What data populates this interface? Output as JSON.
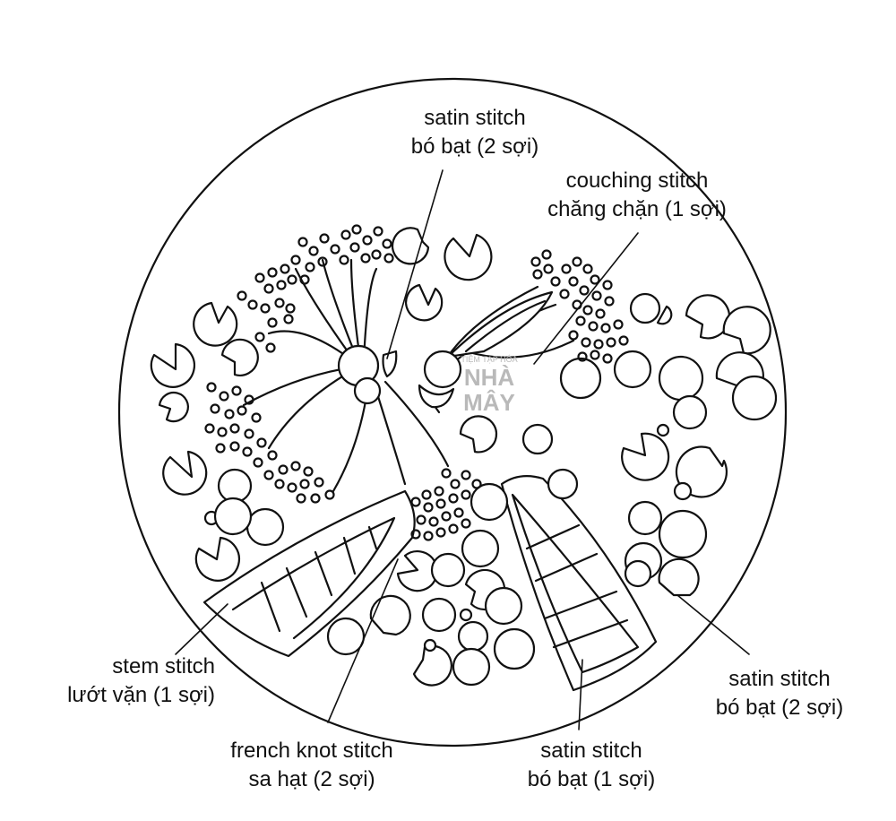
{
  "diagram": {
    "labels": {
      "satin_top": {
        "line1": "satin stitch",
        "line2": "bó bạt (2 sợi)"
      },
      "couching": {
        "line1": "couching stitch",
        "line2": "chăng chặn (1 sợi)"
      },
      "stem": {
        "line1": "stem stitch",
        "line2": "lướt vặn (1 sợi)"
      },
      "french_knot": {
        "line1": "french knot stitch",
        "line2": "sa hạt (2 sợi)"
      },
      "satin_bottom": {
        "line1": "satin stitch",
        "line2": "bó bạt (1 sợi)"
      },
      "satin_right": {
        "line1": "satin stitch",
        "line2": "bó bạt (2 sợi)"
      }
    },
    "watermark": {
      "line1": "TIỆM TẠP HÓA",
      "line2": "NHÀ",
      "line3": "MÂY"
    }
  }
}
